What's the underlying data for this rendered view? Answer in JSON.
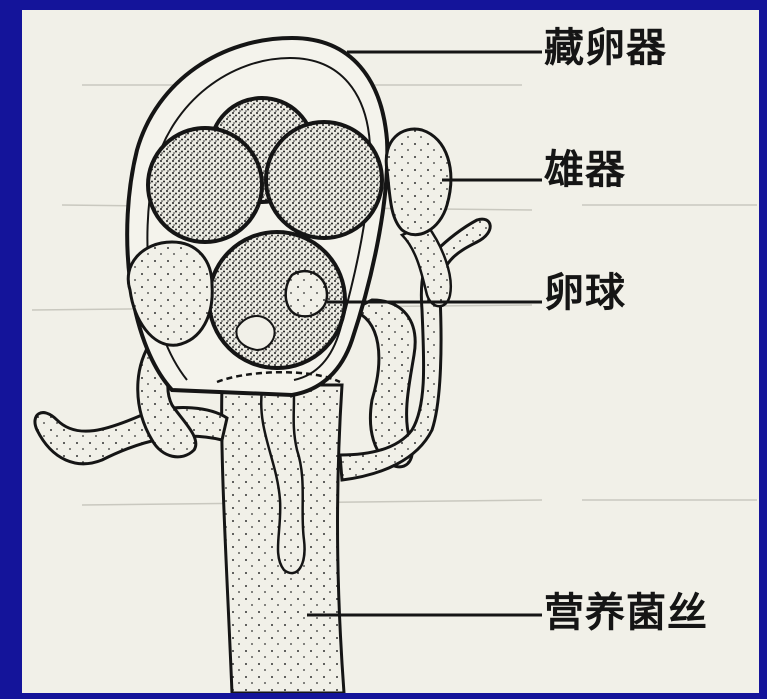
{
  "labels": {
    "oogonium": "藏卵器",
    "antheridium": "雄器",
    "oosphere": "卵球",
    "hypha": "营养菌丝"
  },
  "colors": {
    "border": "#14149a",
    "paper": "#f1f0e8",
    "ink": "#151515"
  }
}
